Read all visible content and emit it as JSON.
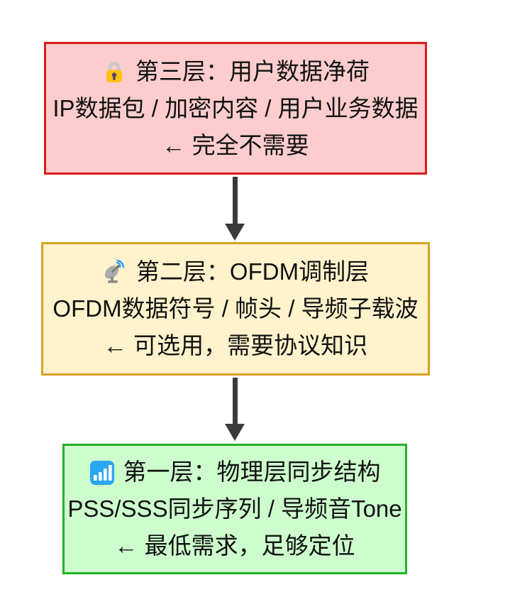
{
  "diagram": {
    "background": "#FFFFFF",
    "text_color": "#111111",
    "arrow_color": "#3A3A3A",
    "boxes": [
      {
        "id": "layer-3",
        "icon": "lock-icon",
        "icon_colors": {
          "body": "#FFC20E",
          "shackle": "#C9C9C9",
          "keyhole": "#55446B"
        },
        "title": "第三层：用户数据净荷",
        "line2": "IP数据包 / 加密内容 / 用户业务数据",
        "line3": "← 完全不需要",
        "fill": "#FDCDCD",
        "border": "#DC1C1C"
      },
      {
        "id": "layer-2",
        "icon": "satellite-dish-icon",
        "icon_colors": {
          "dish": "#ABABAB",
          "base": "#8D8D8D",
          "waves": "#2B9CF2"
        },
        "title": "第二层：OFDM调制层",
        "line2": "OFDM数据符号 / 帧头 / 导频子载波",
        "line3": "← 可选用，需要协议知识",
        "fill": "#FFF2CC",
        "border": "#D7A325"
      },
      {
        "id": "layer-1",
        "icon": "signal-bars-icon",
        "icon_colors": {
          "background": "#2AA6F2",
          "bars": "#FFFFFF"
        },
        "title": "第一层：物理层同步结构",
        "line2": "PSS/SSS同步序列 / 导频音Tone",
        "line3": "← 最低需求，足够定位",
        "fill": "#CDFDCD",
        "border": "#25B125"
      }
    ]
  }
}
